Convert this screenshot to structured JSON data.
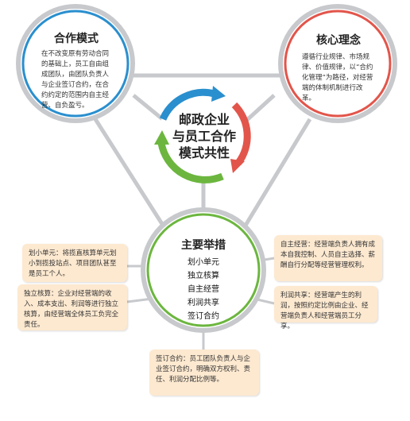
{
  "center": {
    "lines": [
      "邮政企业",
      "与员工合作",
      "模式共性"
    ]
  },
  "cooperation": {
    "title": "合作模式",
    "text": "在不改变原有劳动合同的基础上，员工自由组成团队，由团队负责人与企业签订合约，在合约约定的范围内自主经营、自负盈亏。"
  },
  "core": {
    "title": "核心理念",
    "text": "遵循行业规律、市场规律、价值规律，以“合约化管理”为路径，对经营端的体制机制进行改革。"
  },
  "measures": {
    "title": "主要举措",
    "items": [
      "划小单元",
      "独立核算",
      "自主经营",
      "利润共享",
      "签订合约"
    ]
  },
  "callouts": {
    "unit": "划小单元：将揽直核算单元划小到揽投站点、项目团队甚至是员工个人。",
    "accounting": "独立核算：企业对经营端的收入、成本支出、利润等进行独立核算，由经营端全体员工负完全责任。",
    "autonomy": "自主经营：经营端负责人拥有成本自我控制、人员自主选择、薪酬自行分配等经营管理权利。",
    "profit": "利润共享：经营端产生的利润，按照约定比例由企业、经营端负责人和经营端员工分享。",
    "contract": "签订合约：员工团队负责人与企业签订合约，明确双方权利、责任、利润分配比例等。"
  },
  "colors": {
    "blue": "#2a8fce",
    "red": "#e2554b",
    "green": "#6cb63f",
    "gray": "#c7c9cc",
    "callout": "#fde9d0"
  }
}
